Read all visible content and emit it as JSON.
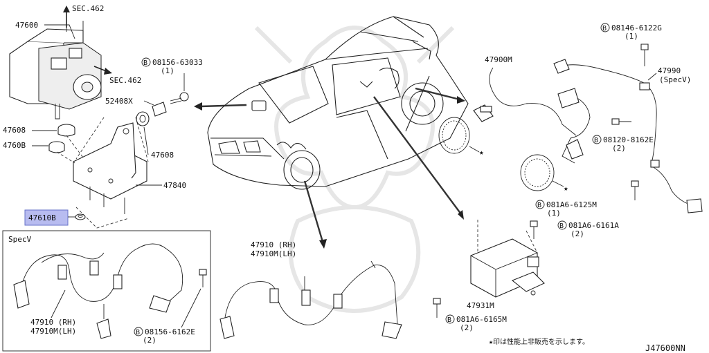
{
  "diagram": {
    "code": "J47600NN",
    "footnote": "★印は性能上非販売を示します。",
    "inset_title": "SpecV",
    "callouts": {
      "sec462_top": "SEC.462",
      "sec462_right": "SEC.462",
      "p47600": "47600",
      "p47608_a": "47608",
      "p4760B": "4760B",
      "p47610B": "47610B",
      "p52408X": "52408X",
      "p47608_b": "47608",
      "p47840": "47840",
      "bolt_08156_63033": "08156-63033",
      "qty_08156_63033": "(1)",
      "p47900M": "47900M",
      "bolt_08146_6122G": "08146-6122G",
      "qty_08146_6122G": "(1)",
      "p47990": "47990",
      "p47990_spec": "(SpecV)",
      "bolt_08120_8162E": "08120-8162E",
      "qty_08120_8162E": "(2)",
      "bolt_081A6_6125M": "081A6-6125M",
      "qty_081A6_6125M": "(1)",
      "bolt_081A6_6161A": "081A6-6161A",
      "qty_081A6_6161A": "(2)",
      "p47931M": "47931M",
      "bolt_081A6_6165M": "081A6-6165M",
      "qty_081A6_6165M": "(2)",
      "p47910_rh": "47910 (RH)",
      "p47910M_lh": "47910M(LH)",
      "inset_47910_rh": "47910 (RH)",
      "inset_47910M_lh": "47910M(LH)",
      "bolt_08156_6162E": "08156-6162E",
      "qty_08156_6162E": "(2)",
      "star_1": "★",
      "star_2": "★",
      "bolt_mark": "B"
    }
  }
}
